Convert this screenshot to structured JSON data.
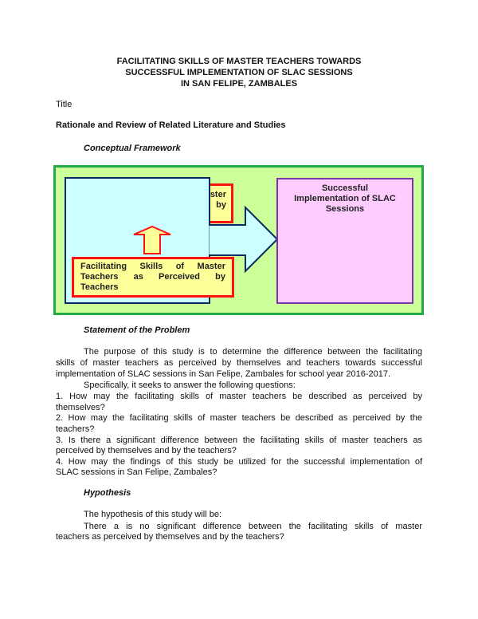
{
  "title_lines": [
    "FACILITATING SKILLS OF MASTER TEACHERS TOWARDS",
    "SUCCESSFUL IMPLEMENTATION OF SLAC SESSIONS",
    "IN SAN FELIPE, ZAMBALES"
  ],
  "title_label": "Title",
  "rationale_heading": "Rationale and Review of Related Literature and Studies",
  "framework_heading": "Conceptual Framework",
  "diagram": {
    "hidden_box_fragments": [
      "ster",
      "by"
    ],
    "teachers_box_lines": [
      "Facilitating Skills of Master",
      "Teachers as Perceived by",
      "Teachers"
    ],
    "outcome_box_lines": [
      "Successful",
      "Implementation of SLAC",
      "Sessions"
    ],
    "colors": {
      "outer_fill": "#ccff99",
      "outer_border": "#22aa44",
      "input_fill": "#ccffff",
      "input_border": "#0a2a66",
      "var_fill": "#ffff99",
      "var_border": "#ff1111",
      "outcome_fill": "#ffccff",
      "outcome_border": "#7a35a8"
    }
  },
  "problem_heading": "Statement of the Problem",
  "problem_lines": [
    "The purpose of this study is to determine the difference between the facilitating",
    "skills of master teachers as perceived by themselves and teachers towards successful",
    "implementation of SLAC sessions in San Felipe, Zambales for school year 2016-2017.",
    "Specifically, it seeks to answer the following questions:",
    "1. How may the facilitating skills of master teachers be described as perceived by",
    "themselves?",
    "2. How may the facilitating skills of master teachers be described as perceived by the",
    "teachers?",
    "3. Is there a significant difference between the facilitating skills of master teachers as",
    "perceived by themselves and by the teachers?",
    "4. How may the findings of this study be utilized for the successful implementation of",
    "SLAC sessions in San Felipe, Zambales?"
  ],
  "hypothesis_heading": "Hypothesis",
  "hypothesis_lines": [
    "The hypothesis of this study will be:",
    "There a is no significant difference between the facilitating skills of master",
    "teachers as perceived by themselves and by the teachers?"
  ]
}
